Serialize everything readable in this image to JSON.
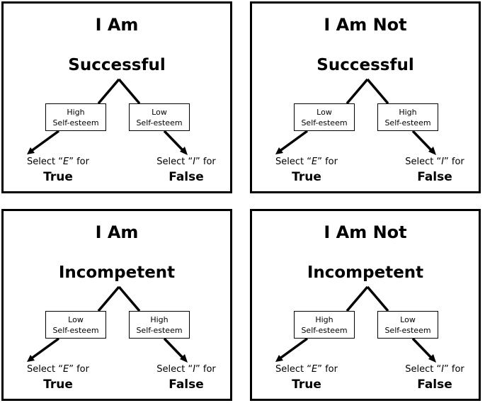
{
  "panels": [
    {
      "subject": "I Am",
      "attribute": "Successful",
      "left_box": [
        "High",
        "Self-esteem"
      ],
      "right_box": [
        "Low",
        "Self-esteem"
      ],
      "left_select": {
        "pre": "Select “",
        "key": "E",
        "post": "” for"
      },
      "right_select": {
        "pre": "Select “",
        "key": "I",
        "post": "” for"
      },
      "left_answer": "True",
      "right_answer": "False"
    },
    {
      "subject": "I Am Not",
      "attribute": "Successful",
      "left_box": [
        "Low",
        "Self-esteem"
      ],
      "right_box": [
        "High",
        "Self-esteem"
      ],
      "left_select": {
        "pre": "Select “",
        "key": "E",
        "post": "” for"
      },
      "right_select": {
        "pre": "Select “",
        "key": "I",
        "post": "” for"
      },
      "left_answer": "True",
      "right_answer": "False"
    },
    {
      "subject": "I Am",
      "attribute": "Incompetent",
      "left_box": [
        "Low",
        "Self-esteem"
      ],
      "right_box": [
        "High",
        "Self-esteem"
      ],
      "left_select": {
        "pre": "Select “",
        "key": "E",
        "post": "” for"
      },
      "right_select": {
        "pre": "Select “",
        "key": "I",
        "post": "” for"
      },
      "left_answer": "True",
      "right_answer": "False"
    },
    {
      "subject": "I Am Not",
      "attribute": "Incompetent",
      "left_box": [
        "High",
        "Self-esteem"
      ],
      "right_box": [
        "Low",
        "Self-esteem"
      ],
      "left_select": {
        "pre": "Select “",
        "key": "E",
        "post": "” for"
      },
      "right_select": {
        "pre": "Select “",
        "key": "I",
        "post": "” for"
      },
      "left_answer": "True",
      "right_answer": "False"
    }
  ]
}
